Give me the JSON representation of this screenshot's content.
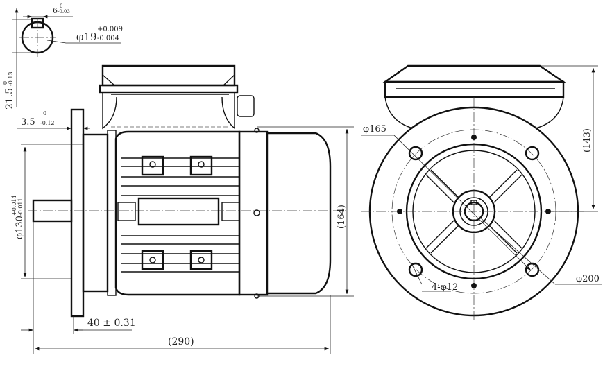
{
  "drawing": {
    "key_width": {
      "nominal": "6",
      "upper": "0",
      "lower": "-0.03"
    },
    "shaft_diameter": {
      "nominal": "φ19",
      "upper": "+0.009",
      "lower": "-0.004"
    },
    "key_depth": {
      "nominal": "21.5",
      "upper": "0",
      "lower": "-0.13"
    },
    "flange_thickness": {
      "nominal": "3.5",
      "upper": "0",
      "lower": "-0.12"
    },
    "spigot_diameter": {
      "nominal": "φ130",
      "upper": "+0.014",
      "lower": "-0.011"
    },
    "shaft_length": "40 ± 0.31",
    "overall_length": "(290)",
    "height": "(164)",
    "terminal_height": "(143)",
    "pcd": "φ165",
    "flange_diameter": "φ200",
    "holes": "4-φ12"
  }
}
